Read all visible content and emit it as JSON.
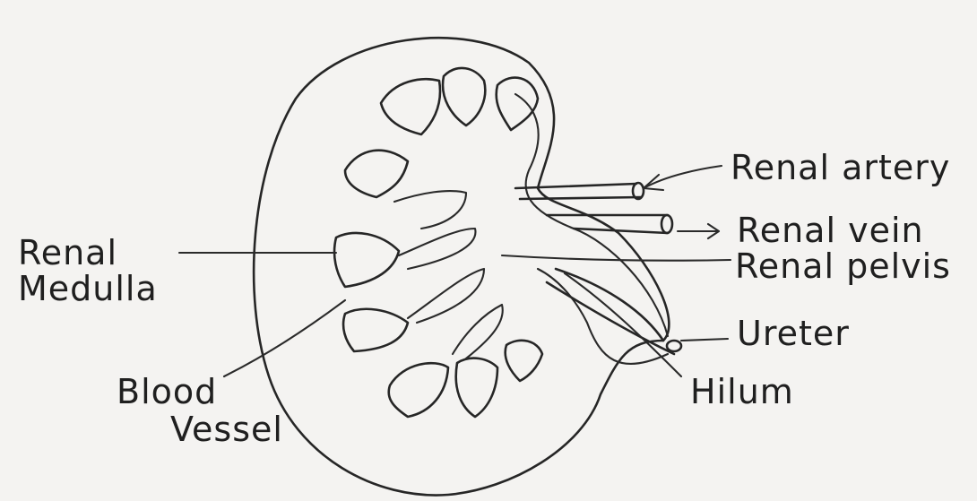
{
  "labels": {
    "renal_artery": "Renal artery",
    "renal_vein": "Renal vein",
    "renal_pelvis": "Renal pelvis",
    "ureter": "Ureter",
    "hilum": "Hilum",
    "renal_medulla_line1": "Renal",
    "renal_medulla_line2": "Medulla",
    "blood_vessel_line1": "Blood",
    "blood_vessel_line2": "Vessel"
  },
  "colors": {
    "ink": "#262626",
    "paper": "#f4f3f1"
  }
}
